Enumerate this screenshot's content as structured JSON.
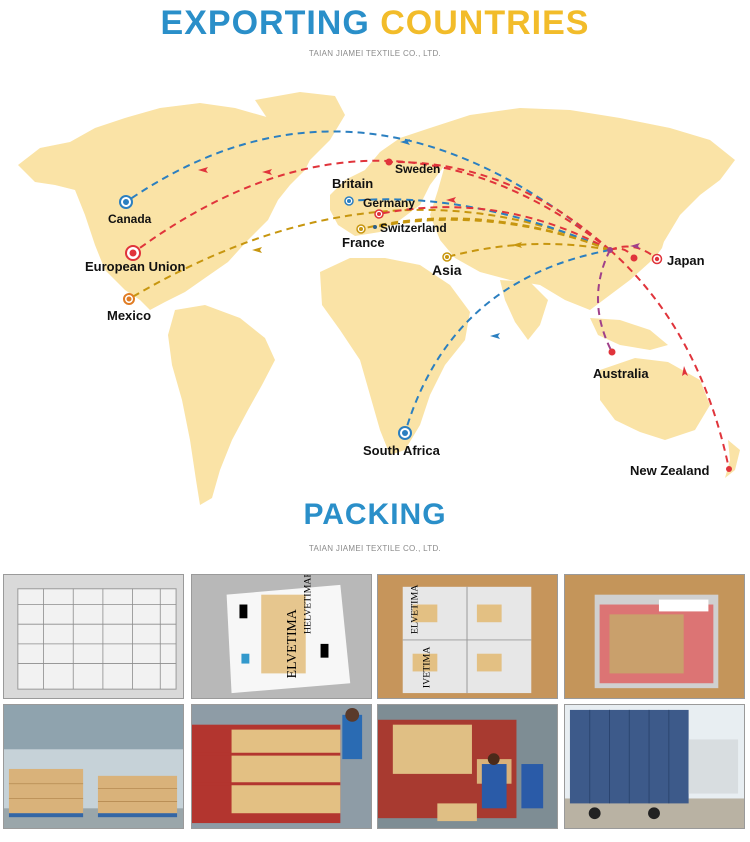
{
  "header": {
    "title_part1": "EXPORTING",
    "title_part2": "COUNTRIES",
    "company": "TAIAN JIAMEI TEXTILE CO., LTD."
  },
  "map": {
    "countries": [
      {
        "name": "Canada"
      },
      {
        "name": "European Union"
      },
      {
        "name": "Mexico"
      },
      {
        "name": "Britain"
      },
      {
        "name": "Sweden"
      },
      {
        "name": "Germany"
      },
      {
        "name": "Switzerland"
      },
      {
        "name": "France"
      },
      {
        "name": "Asia"
      },
      {
        "name": "Japan"
      },
      {
        "name": "Australia"
      },
      {
        "name": "South Africa"
      },
      {
        "name": "New Zealand"
      }
    ],
    "colors": {
      "land": "#fae3a6",
      "route_blue": "#2b7fc0",
      "route_red": "#e0343b",
      "route_gold": "#c7960f",
      "route_purple": "#a0408a"
    }
  },
  "packing": {
    "title": "PACKING",
    "company": "TAIAN JIAMEI TEXTILE CO., LTD.",
    "box_brand_1": "ELVETIMA",
    "box_brand_2": "HELVETIMART",
    "box_brand_3": "IVETIMA"
  }
}
